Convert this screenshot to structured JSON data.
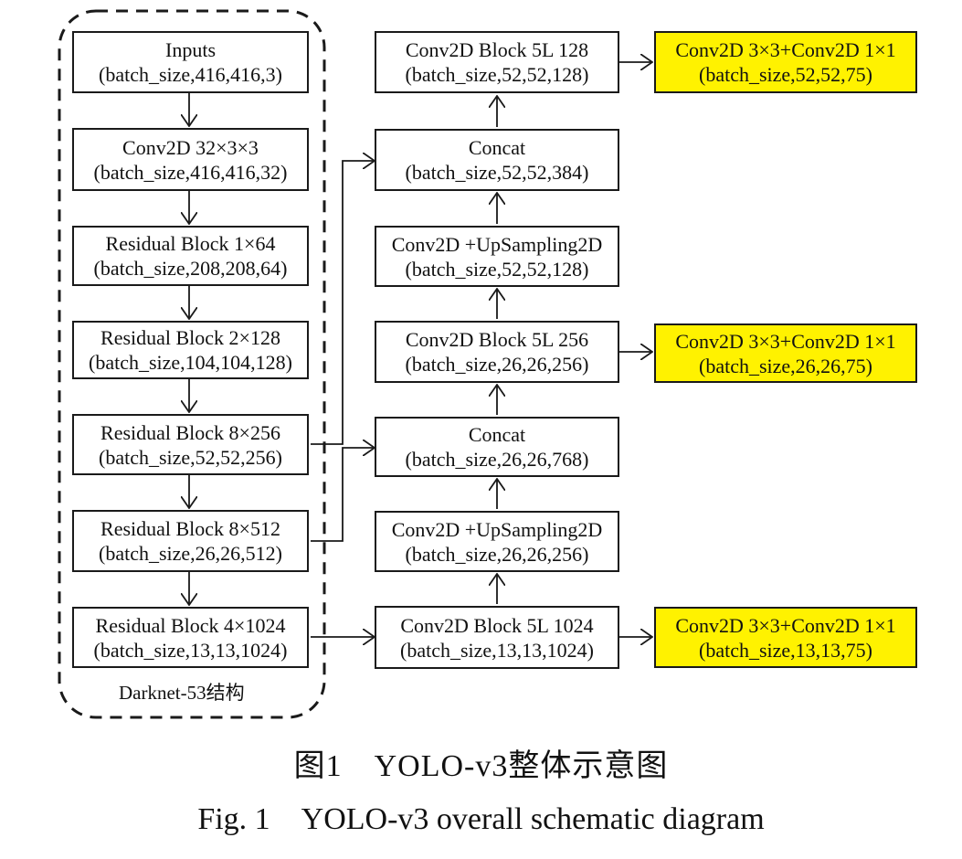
{
  "group": {
    "label": "Darknet-53结构"
  },
  "nodes": {
    "inputs": {
      "line1": "Inputs",
      "line2": "(batch_size,416,416,3)"
    },
    "conv32": {
      "line1": "Conv2D 32×3×3",
      "line2": "(batch_size,416,416,32)"
    },
    "res1": {
      "line1": "Residual Block 1×64",
      "line2": "(batch_size,208,208,64)"
    },
    "res2": {
      "line1": "Residual Block 2×128",
      "line2": "(batch_size,104,104,128)"
    },
    "res8a": {
      "line1": "Residual Block 8×256",
      "line2": "(batch_size,52,52,256)"
    },
    "res8b": {
      "line1": "Residual Block 8×512",
      "line2": "(batch_size,26,26,512)"
    },
    "res4": {
      "line1": "Residual Block 4×1024",
      "line2": "(batch_size,13,13,1024)"
    },
    "c5l128": {
      "line1": "Conv2D Block 5L 128",
      "line2": "(batch_size,52,52,128)"
    },
    "concat1": {
      "line1": "Concat",
      "line2": "(batch_size,52,52,384)"
    },
    "up1": {
      "line1": "Conv2D +UpSampling2D",
      "line2": "(batch_size,52,52,128)"
    },
    "c5l256": {
      "line1": "Conv2D Block 5L 256",
      "line2": "(batch_size,26,26,256)"
    },
    "concat2": {
      "line1": "Concat",
      "line2": "(batch_size,26,26,768)"
    },
    "up2": {
      "line1": "Conv2D +UpSampling2D",
      "line2": "(batch_size,26,26,256)"
    },
    "c5l1024": {
      "line1": "Conv2D Block 5L 1024",
      "line2": "(batch_size,13,13,1024)"
    },
    "out52": {
      "line1": "Conv2D 3×3+Conv2D 1×1",
      "line2": "(batch_size,52,52,75)"
    },
    "out26": {
      "line1": "Conv2D 3×3+Conv2D 1×1",
      "line2": "(batch_size,26,26,75)"
    },
    "out13": {
      "line1": "Conv2D 3×3+Conv2D 1×1",
      "line2": "(batch_size,13,13,75)"
    }
  },
  "edges": [
    {
      "from": "inputs",
      "to": "conv32"
    },
    {
      "from": "conv32",
      "to": "res1"
    },
    {
      "from": "res1",
      "to": "res2"
    },
    {
      "from": "res2",
      "to": "res8a"
    },
    {
      "from": "res8a",
      "to": "res8b"
    },
    {
      "from": "res8b",
      "to": "res4"
    },
    {
      "from": "res4",
      "to": "c5l1024"
    },
    {
      "from": "c5l1024",
      "to": "out13"
    },
    {
      "from": "c5l1024",
      "to": "up2"
    },
    {
      "from": "up2",
      "to": "concat2"
    },
    {
      "from": "res8b",
      "to": "concat2"
    },
    {
      "from": "concat2",
      "to": "c5l256"
    },
    {
      "from": "c5l256",
      "to": "out26"
    },
    {
      "from": "c5l256",
      "to": "up1"
    },
    {
      "from": "up1",
      "to": "concat1"
    },
    {
      "from": "res8a",
      "to": "concat1"
    },
    {
      "from": "concat1",
      "to": "c5l128"
    },
    {
      "from": "c5l128",
      "to": "out52"
    }
  ],
  "colors": {
    "highlight": "#fff200",
    "stroke": "#1a1a1a"
  },
  "caption": {
    "cn": "图1　YOLO-v3整体示意图",
    "en": "Fig. 1　YOLO-v3 overall schematic diagram"
  }
}
